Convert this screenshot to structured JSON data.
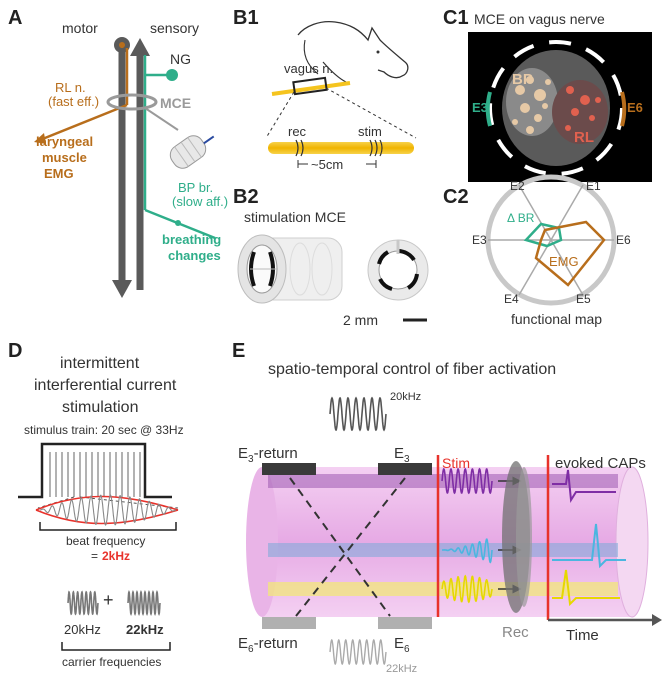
{
  "colors": {
    "motor": "#555555",
    "rl_orange": "#b86e1c",
    "bp_green": "#2fae8a",
    "red": "#e8322b",
    "purple": "#7f2ea5",
    "blue": "#4bb6e0",
    "yellow": "#f0e000",
    "nerve_pink": "#e6a6e3",
    "yellow_nerve": "#f5c41e"
  },
  "panelA": {
    "label": "A",
    "motor": "motor",
    "sensory": "sensory",
    "ng": "NG",
    "mce": "MCE",
    "rl_line1": "RL n.",
    "rl_line2": "(fast eff.)",
    "emg_line1": "laryngeal",
    "emg_line2": "muscle",
    "emg_line3": "EMG",
    "bp_line1": "BP br.",
    "bp_line2": "(slow aff.)",
    "br_line1": "breathing",
    "br_line2": "changes"
  },
  "panelB1": {
    "label": "B1",
    "vagus": "vagus n.",
    "rec": "rec",
    "stim": "stim",
    "distance": "~5cm"
  },
  "panelB2": {
    "label": "B2",
    "title": "stimulation MCE",
    "scale": "2 mm"
  },
  "panelC1": {
    "label": "C1",
    "title": "MCE on vagus nerve",
    "bp": "BP",
    "rl": "RL",
    "e3": "E3",
    "e6": "E6"
  },
  "panelC2": {
    "label": "C2",
    "electrodes": [
      "E1",
      "E2",
      "E3",
      "E4",
      "E5",
      "E6"
    ],
    "dbr": "Δ BR",
    "emg": "EMG",
    "caption": "functional map"
  },
  "panelD": {
    "label": "D",
    "title1": "intermittent",
    "title2": "interferential current",
    "title3": "stimulation",
    "train": "stimulus train: 20 sec @ 33Hz",
    "beat1": "beat frequency",
    "beat2_prefix": "= ",
    "beat2_value": "2kHz",
    "plus": "+",
    "f1": "20kHz",
    "f2": "22kHz",
    "carrier": "carrier frequencies"
  },
  "panelE": {
    "label": "E",
    "title": "spatio-temporal control of fiber activation",
    "freq_top": "20kHz",
    "freq_bottom": "22kHz",
    "e3_return_base": "E",
    "e3_return_sub": "3",
    "e3_return_suffix": "-return",
    "e3_base": "E",
    "e3_sub": "3",
    "e6_return_base": "E",
    "e6_return_sub": "6",
    "e6_return_suffix": "-return",
    "e6_base": "E",
    "e6_sub": "6",
    "stim": "Stim",
    "evoked": "evoked CAPs",
    "rec": "Rec",
    "time": "Time"
  }
}
